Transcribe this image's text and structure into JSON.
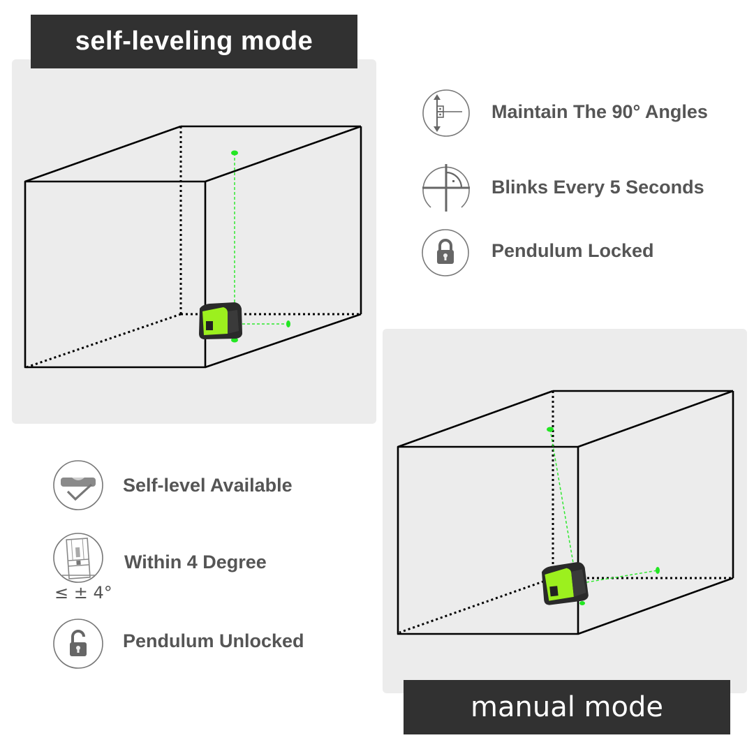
{
  "self_leveling": {
    "title": "self-leveling mode",
    "features": [
      {
        "icon": "right-angle-icon",
        "label": "Maintain The 90° Angles"
      },
      {
        "icon": "crosshair-blink-icon",
        "label": "Blinks Every 5 Seconds"
      },
      {
        "icon": "lock-closed-icon",
        "label": "Pendulum Locked"
      }
    ]
  },
  "manual": {
    "title": "manual mode",
    "features": [
      {
        "icon": "level-check-icon",
        "label": "Self-level Available"
      },
      {
        "icon": "tilt-device-icon",
        "label": "Within 4 Degree",
        "note": "≤ ± 4°"
      },
      {
        "icon": "lock-open-icon",
        "label": "Pendulum Unlocked"
      }
    ]
  },
  "colors": {
    "banner_bg": "#313131",
    "panel_bg": "#ececec",
    "laser_green": "#22dd22",
    "device_green": "#9cf01e",
    "text_gray": "#555555"
  }
}
